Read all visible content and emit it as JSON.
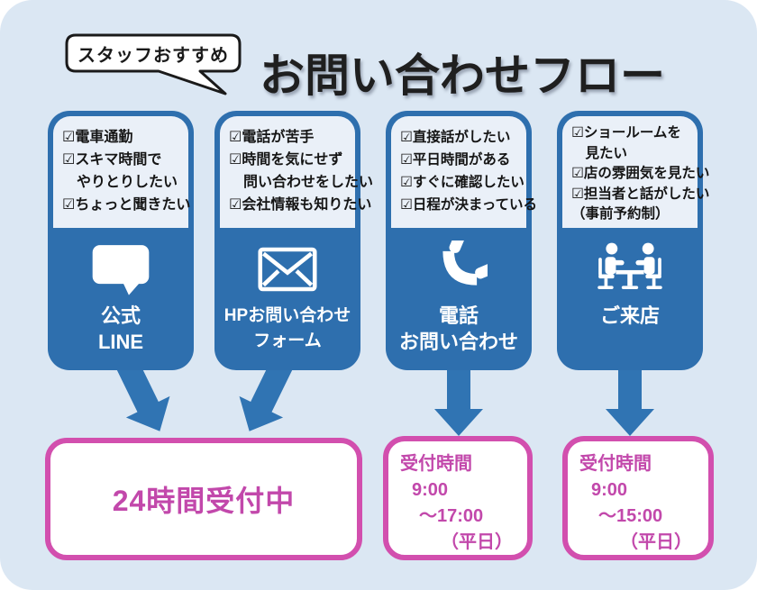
{
  "header": {
    "badge": "スタッフおすすめ",
    "title": "お問い合わせフロー"
  },
  "colors": {
    "background": "#dbe7f3",
    "card_blue": "#2e6fae",
    "arrow_blue": "#3074b3",
    "panel_light": "#eaf0f8",
    "pink_border": "#d24fae",
    "pink_text": "#c248ab",
    "text_dark": "#1a1a1a"
  },
  "cards": [
    {
      "icon": "chat-bubble-icon",
      "checklist": [
        "☑電車通勤",
        "☑スキマ時間で",
        "　やりとりしたい",
        "☑ちょっと聞きたい"
      ],
      "label_lines": [
        "公式",
        "LINE"
      ]
    },
    {
      "icon": "envelope-icon",
      "checklist": [
        "☑電話が苦手",
        "☑時間を気にせず",
        "　問い合わせをしたい",
        "☑会社情報も知りたい"
      ],
      "label_lines": [
        "HPお問い合わせ",
        "フォーム"
      ]
    },
    {
      "icon": "phone-icon",
      "checklist": [
        "☑直接話がしたい",
        "☑平日時間がある",
        "☑すぐに確認したい",
        "☑日程が決まっている"
      ],
      "label_lines": [
        "電話",
        "お問い合わせ"
      ]
    },
    {
      "icon": "meeting-icon",
      "checklist": [
        "☑ショールームを",
        "　見たい",
        "☑店の雰囲気を見たい",
        "☑担当者と話がしたい",
        "（事前予約制）"
      ],
      "label_lines": [
        "ご来店",
        ""
      ]
    }
  ],
  "results": [
    {
      "text": "24時間受付中"
    },
    {
      "lines": [
        "受付時間",
        "9:00",
        "～17:00",
        "（平日）"
      ]
    },
    {
      "lines": [
        "受付時間",
        "9:00",
        "～15:00",
        "（平日）"
      ]
    }
  ]
}
